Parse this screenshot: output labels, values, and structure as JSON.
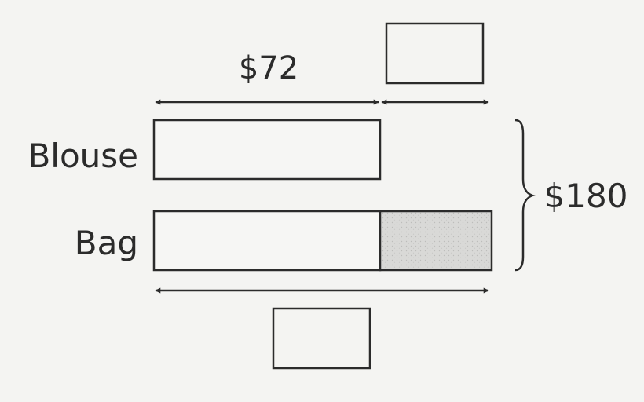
{
  "diagram": {
    "top_value": "$72",
    "total_value": "$180",
    "rows": [
      {
        "label": "Blouse"
      },
      {
        "label": "Bag"
      }
    ],
    "colors": {
      "ink": "#2b2b2b",
      "paper": "#f4f4f2",
      "shade": "#d9d9d7"
    }
  }
}
